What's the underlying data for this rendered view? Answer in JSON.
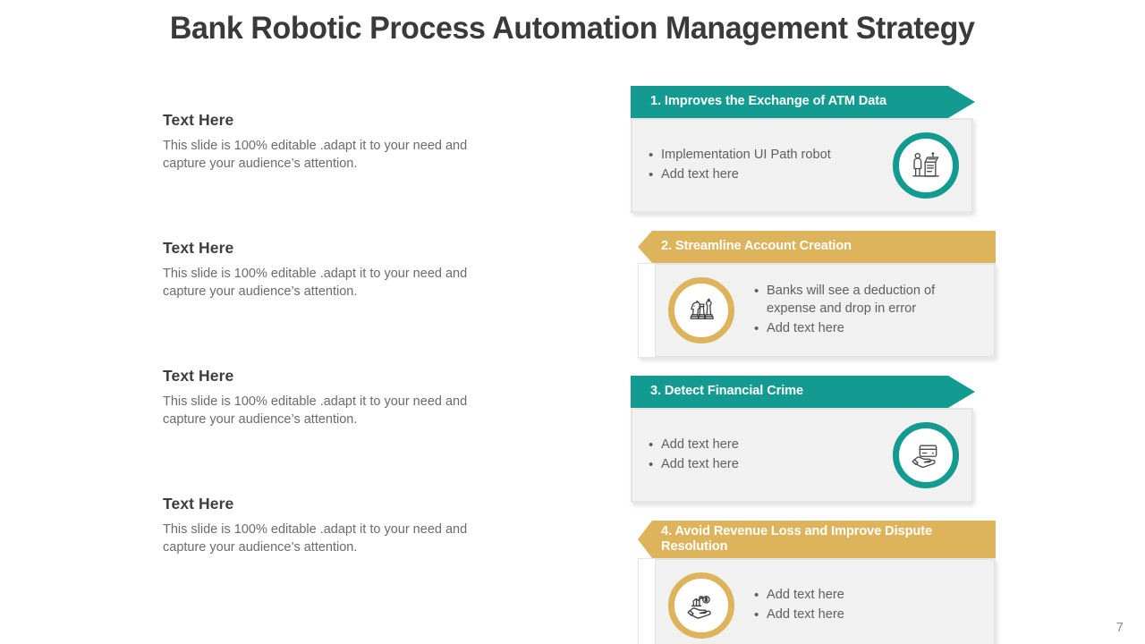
{
  "slide": {
    "title": "Bank Robotic Process Automation Management Strategy",
    "page_number": "7"
  },
  "colors": {
    "teal": "#149b91",
    "gold": "#ddb45c",
    "title_text": "#3a3a3a",
    "body_text": "#5f5f5f",
    "panel_bg": "#f1f1f1"
  },
  "left_column": {
    "blocks": [
      {
        "heading": "Text Here",
        "body": "This slide is 100% editable .adapt it to your need and capture your audience’s attention."
      },
      {
        "heading": "Text Here",
        "body": "This slide is 100% editable .adapt it to your need and capture your audience’s attention."
      },
      {
        "heading": "Text Here",
        "body": "This slide is 100% editable .adapt it to your need and capture your audience’s attention."
      },
      {
        "heading": "Text Here",
        "body": "This slide is 100% editable .adapt it to your need and capture your audience’s attention."
      }
    ]
  },
  "right_column": {
    "cards": [
      {
        "title": "1. Improves the Exchange of ATM Data",
        "accent": "teal",
        "icon": "atm-machine-icon",
        "icon_side": "right",
        "bullets": [
          "Implementation  UI  Path robot",
          "Add text here"
        ]
      },
      {
        "title": "2.  Streamline Account Creation",
        "accent": "gold",
        "icon": "chess-pieces-icon",
        "icon_side": "left",
        "bullets": [
          "Banks will see a deduction of expense and drop in error",
          "Add text here"
        ]
      },
      {
        "title": "3. Detect Financial Crime",
        "accent": "teal",
        "icon": "hand-credit-card-icon",
        "icon_side": "right",
        "bullets": [
          "Add text here",
          "Add text here"
        ]
      },
      {
        "title": "4. Avoid Revenue Loss and Improve Dispute\nResolution",
        "accent": "gold",
        "icon": "hand-growth-chart-icon",
        "icon_side": "left",
        "bullets": [
          "Add text here",
          "Add text here"
        ]
      }
    ]
  }
}
